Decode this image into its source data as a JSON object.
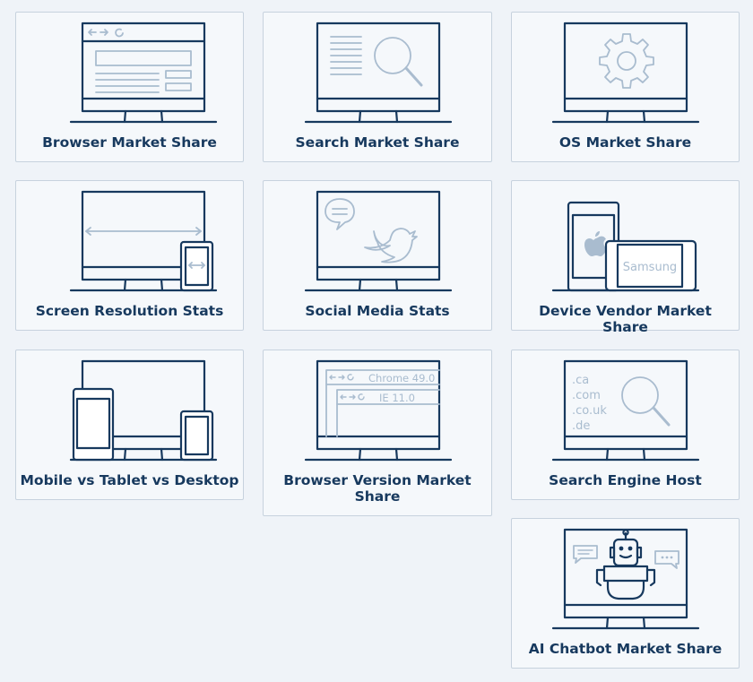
{
  "cards": [
    {
      "label": "Browser Market Share",
      "icon": "browser-window-icon"
    },
    {
      "label": "Search Market Share",
      "icon": "magnifier-document-icon"
    },
    {
      "label": "OS Market Share",
      "icon": "gear-icon"
    },
    {
      "label": "Screen Resolution Stats",
      "icon": "screen-resize-icon"
    },
    {
      "label": "Social Media Stats",
      "icon": "speech-bubble-bird-icon"
    },
    {
      "label": "Device Vendor Market Share",
      "icon": "phone-tablet-icon"
    },
    {
      "label": "Mobile vs Tablet vs Desktop",
      "icon": "devices-icon"
    },
    {
      "label": "Browser Version Market Share",
      "icon": "browser-versions-icon"
    },
    {
      "label": "Search Engine Host",
      "icon": "domains-magnifier-icon"
    },
    {
      "label": "AI Chatbot Market Share",
      "icon": "robot-icon"
    }
  ],
  "illustrations": {
    "browser_versions": {
      "chrome": "Chrome 49.0",
      "ie": "IE 11.0"
    },
    "device_vendor": {
      "samsung": "Samsung"
    },
    "search_engine_host": {
      "domains": [
        ".ca",
        ".com",
        ".co.uk",
        ".de"
      ]
    }
  },
  "colors": {
    "dark_line": "#17395e",
    "light_line": "#a9bccf",
    "card_bg": "#f5f8fb",
    "page_bg": "#eff3f8"
  }
}
